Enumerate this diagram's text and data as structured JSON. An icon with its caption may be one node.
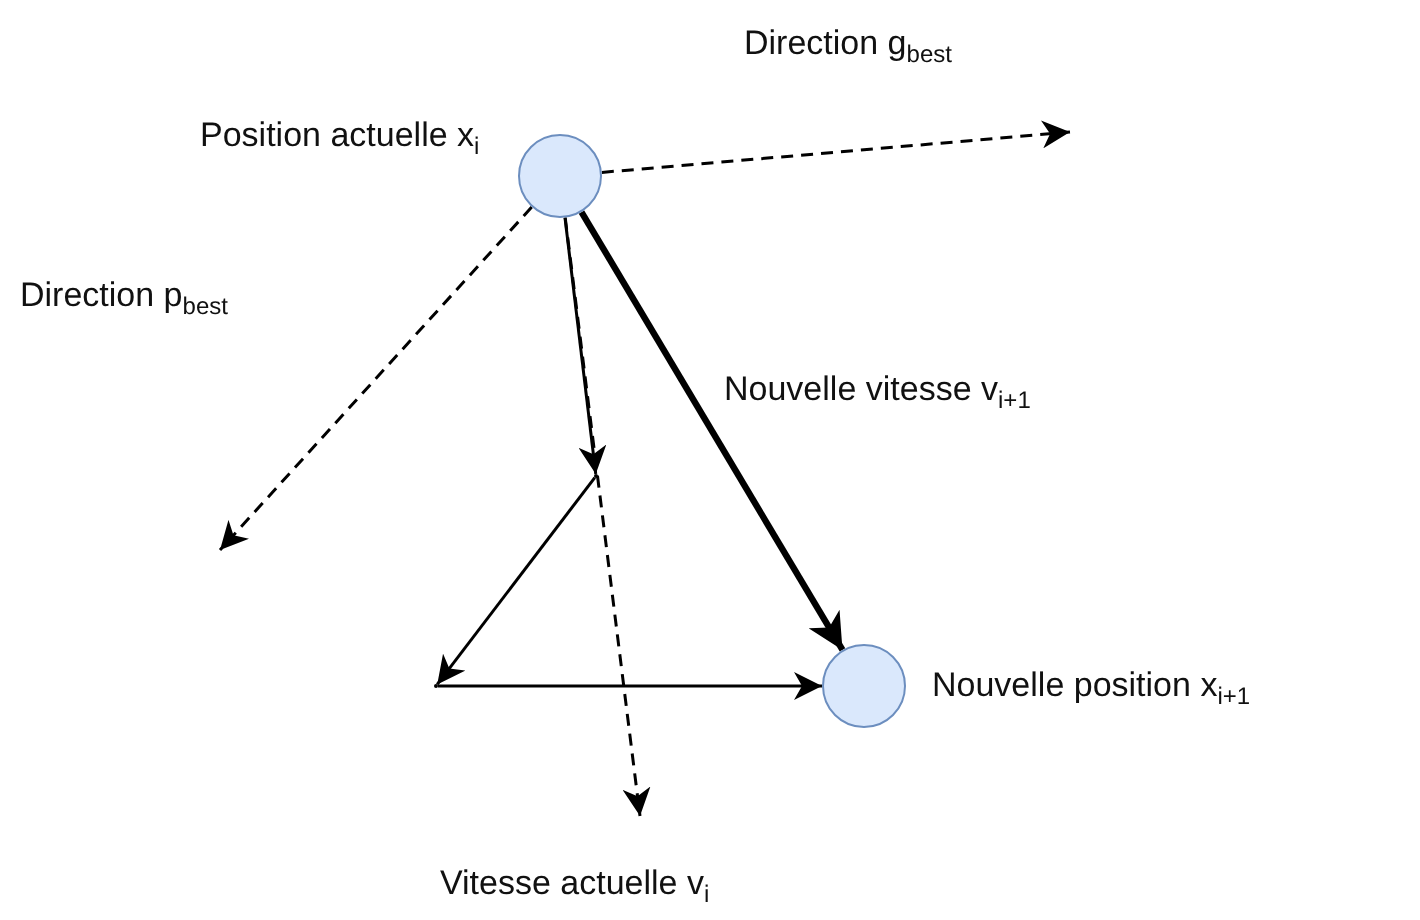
{
  "diagram": {
    "nodes": [
      {
        "text": [],
        "shape": "circle",
        "beside": [
          "Position actuelle x$_{i}$"
        ]
      },
      {
        "text": [],
        "shape": "circle",
        "beside": [
          "Nouvelle position x$_{i+1}$"
        ]
      },
      {
        "text": [],
        "shape": "point"
      },
      {
        "text": [],
        "shape": "point"
      }
    ],
    "edges": [
      {
        "from": 0,
        "to": null,
        "arrow": "to",
        "style": "dashed",
        "label": "Direction g$_{best}$"
      },
      {
        "from": 0,
        "to": null,
        "arrow": "to",
        "style": "dashed",
        "label": "Direction p$_{best}$"
      },
      {
        "from": 0,
        "to": null,
        "arrow": "to",
        "style": "dashed",
        "label": "Vitesse actuelle v$_{i}$"
      },
      {
        "from": 0,
        "to": 1,
        "arrow": "to",
        "style": "thick",
        "label": "Nouvelle vitesse v$_{i+1}$"
      },
      {
        "from": 0,
        "to": 2,
        "arrow": "to"
      },
      {
        "from": 2,
        "to": 3,
        "arrow": "to"
      },
      {
        "from": 3,
        "to": 1,
        "arrow": "to"
      }
    ]
  }
}
